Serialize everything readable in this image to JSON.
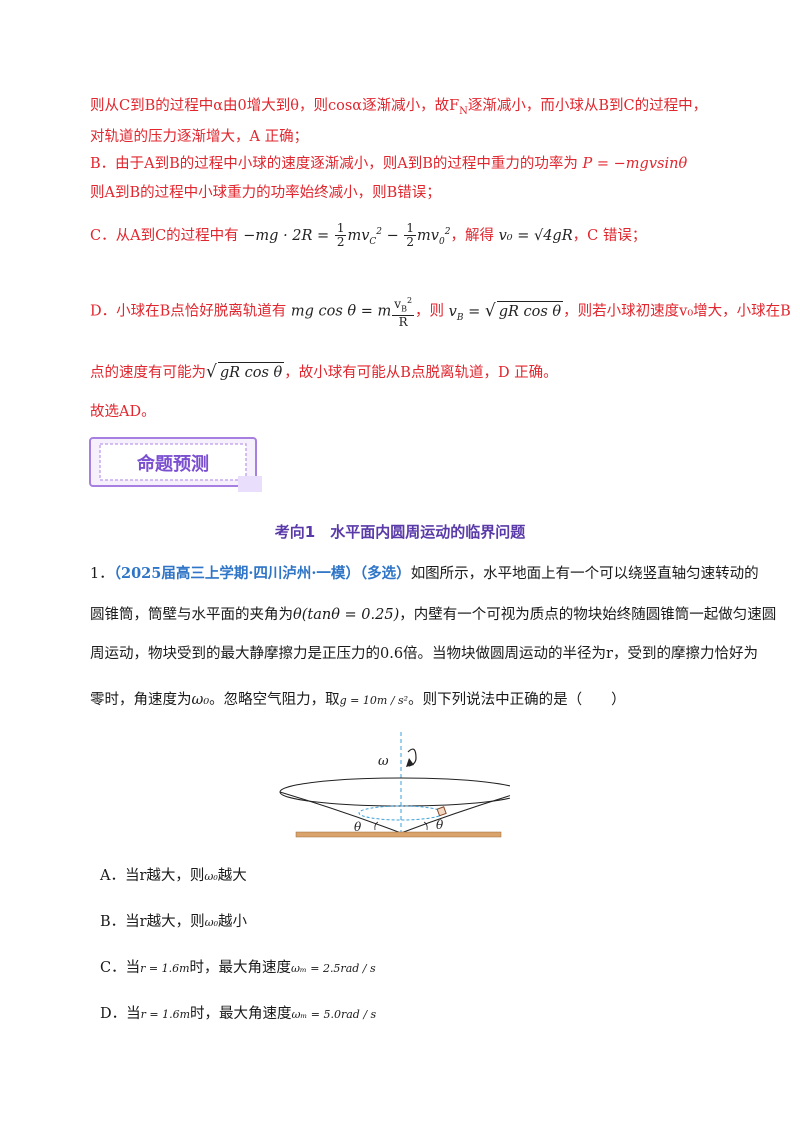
{
  "solution": {
    "line1": "则从C到B的过程中α由0增大到θ，则cosα逐渐减小，故F",
    "line1_sub": "N",
    "line1_tail": "逐渐减小，而小球从B到C的过程中，",
    "line2": "对轨道的压力逐渐增大，A 正确；",
    "line3_a": "B．由于A到B的过程中小球的速度逐渐减小，则A到B的过程中重力的功率为",
    "line3_formula": "P = −mgvsinθ",
    "line4": "则A到B的过程中小球重力的功率始终减小，则B错误；",
    "line5_a": "C．从A到C的过程中有",
    "line5_formula_left": "−mg · 2R =",
    "line5_mid": "，解得",
    "line5_result": "v₀ = √4gR",
    "line5_tail": "，C 错误；",
    "line6_a": "D．小球在B点恰好脱离轨道有",
    "line6_formula": "mg cos θ = m",
    "line6_mid": "，则",
    "line6_result": "v",
    "line6_result_sub": "B",
    "line6_result_eq": "=",
    "line6_tail": "，则若小球初速度v₀增大，小球在B",
    "line7_a": "点的速度有可能为",
    "line7_tail": "，故小球有可能从B点脱离轨道，D 正确。",
    "line8": "故选AD。"
  },
  "banner": {
    "title": "命题预测"
  },
  "section": {
    "title": "考向1　水平面内圆周运动的临界问题"
  },
  "question": {
    "number": "1．",
    "source": "（2025届高三上学期·四川泸州·一模）（多选）",
    "line1_tail": "如图所示，水平地面上有一个可以绕竖直轴匀速转动的",
    "line2_a": "圆锥筒，筒壁与水平面的夹角为",
    "line2_formula": "θ(tanθ = 0.25)",
    "line2_tail": "，内壁有一个可视为质点的物块始终随圆锥筒一起做匀速圆",
    "line3": "周运动，物块受到的最大静摩擦力是正压力的0.6倍。当物块做圆周运动的半径为r，受到的摩擦力恰好为",
    "line4_a": "零时，角速度为",
    "line4_omega": "ω₀",
    "line4_mid": "。忽略空气阻力，取",
    "line4_g": "g = 10m / s²",
    "line4_tail": "。则下列说法中正确的是（　　）"
  },
  "figure": {
    "omega_label": "ω",
    "theta_left": "θ",
    "theta_right": "θ"
  },
  "options": [
    {
      "a": "A．当r越大，则",
      "omega": "ω₀",
      "b": "越大"
    },
    {
      "a": "B．当r越大，则",
      "omega": "ω₀",
      "b": "越小"
    },
    {
      "a": "C．当",
      "cond": "r = 1.6m",
      "b": "时，最大角速度",
      "val": "ωₘ = 2.5rad / s"
    },
    {
      "a": "D．当",
      "cond": "r = 1.6m",
      "b": "时，最大角速度",
      "val": "ωₘ = 5.0rad / s"
    }
  ],
  "colors": {
    "answer": "#e0262e",
    "source": "#2e74c7",
    "heading": "#5a3aa8",
    "banner_border": "#a77fe0"
  }
}
